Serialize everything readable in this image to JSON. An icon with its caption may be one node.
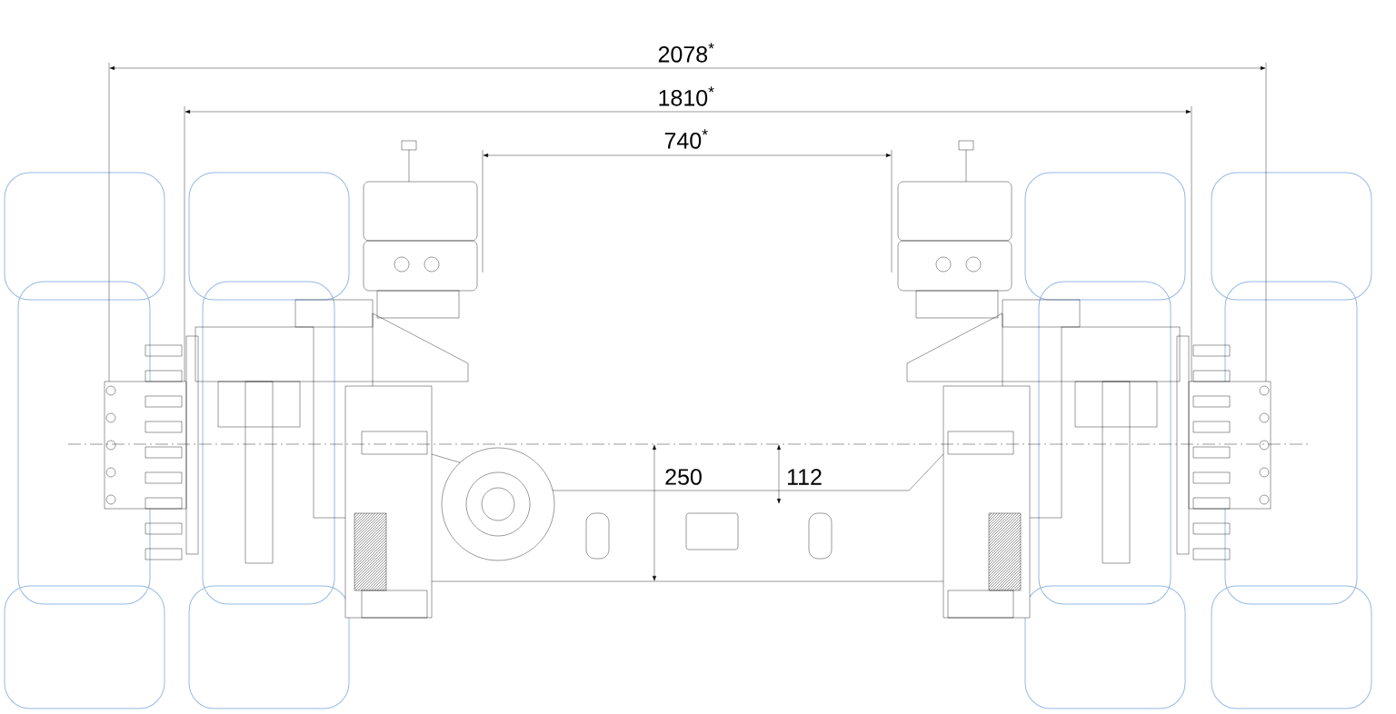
{
  "diagram": {
    "labels": [
      "2078$^{*}$",
      "1810$^{*}$",
      "740$^{*}$",
      "250",
      "112"
    ]
  }
}
